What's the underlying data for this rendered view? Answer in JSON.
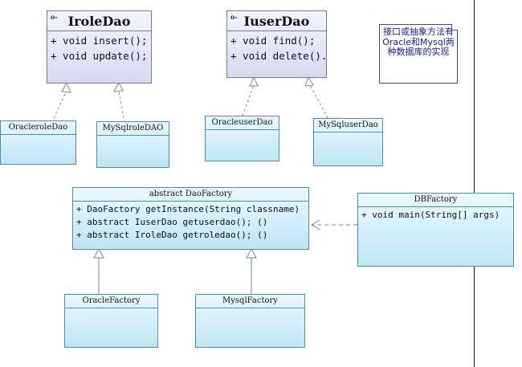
{
  "interfaces": {
    "irole": {
      "name": "IroleDao",
      "ops": [
        "+ void insert();",
        "+ void update();"
      ]
    },
    "iuser": {
      "name": "IuserDao",
      "ops": [
        "+ void find();",
        "+ void delete()."
      ]
    }
  },
  "impls": {
    "oraclerole": "OracleroleDao",
    "mysqlrole": "MySqlroleDAO",
    "oracleuser": "OracleuserDao",
    "mysqluser": "MySqluserDao"
  },
  "factory": {
    "name": "abstract DaoFactory",
    "ops": [
      "+ DaoFactory getInstance(String classname)",
      "+ abstract IuserDao getuserdao(); ()",
      "+ abstract IroleDao getroledao(); ()"
    ]
  },
  "dbfactory": {
    "name": "DBFactory",
    "ops": [
      "+ void main(String[] args)"
    ]
  },
  "subfactories": {
    "oracle": "OracleFactory",
    "mysql": "MysqlFactory"
  },
  "note": {
    "text": "接口或抽象方法有Oracle和Mysql两种数据库的实现"
  },
  "colors": {
    "interface_fill": "#d8d8f4",
    "class_fill": "#bfe6f4",
    "note_text": "#1a1a8c"
  }
}
